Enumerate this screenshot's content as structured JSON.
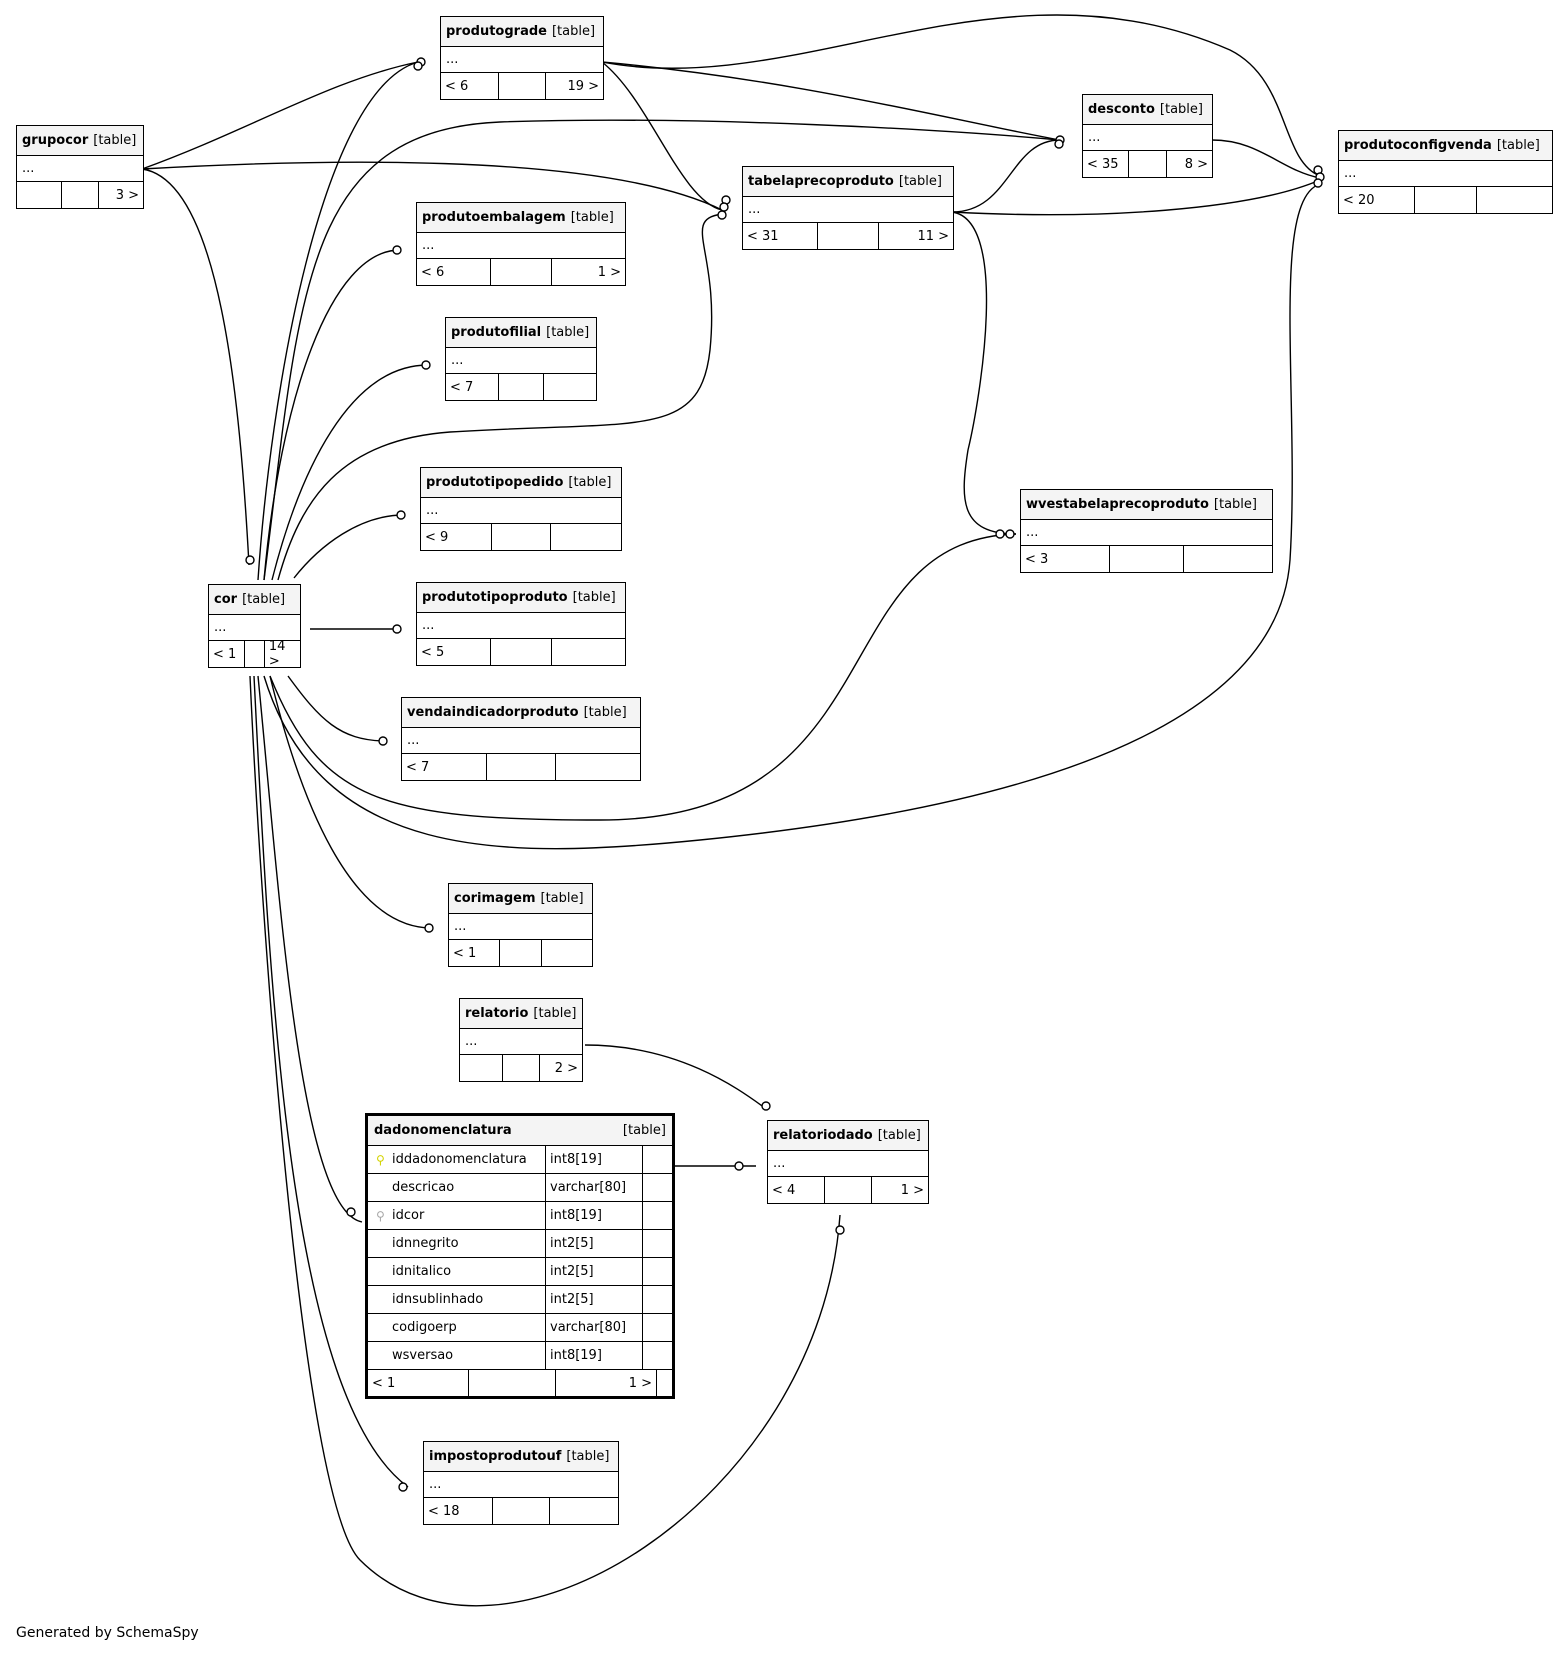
{
  "tag_label": "[table]",
  "ellipsis": "...",
  "tables": {
    "produtograde": {
      "name": "produtograde",
      "left": "< 6",
      "mid": "",
      "right": "19 >"
    },
    "grupocor": {
      "name": "grupocor",
      "left": "",
      "mid": "",
      "right": "3 >"
    },
    "desconto": {
      "name": "desconto",
      "left": "< 35",
      "mid": "",
      "right": "8 >"
    },
    "produtoconfigvenda": {
      "name": "produtoconfigvenda",
      "left": "< 20",
      "mid": "",
      "right": ""
    },
    "tabelaprecoproduto": {
      "name": "tabelaprecoproduto",
      "left": "< 31",
      "mid": "",
      "right": "11 >"
    },
    "produtoembalagem": {
      "name": "produtoembalagem",
      "left": "< 6",
      "mid": "",
      "right": "1 >"
    },
    "produtofilial": {
      "name": "produtofilial",
      "left": "< 7",
      "mid": "",
      "right": ""
    },
    "produtotipopedido": {
      "name": "produtotipopedido",
      "left": "< 9",
      "mid": "",
      "right": ""
    },
    "wvestabelaprecoproduto": {
      "name": "wvestabelaprecoproduto",
      "left": "< 3",
      "mid": "",
      "right": ""
    },
    "cor": {
      "name": "cor",
      "left": "< 1",
      "mid": "",
      "right": "14 >"
    },
    "produtotipoproduto": {
      "name": "produtotipoproduto",
      "left": "< 5",
      "mid": "",
      "right": ""
    },
    "vendaindicadorproduto": {
      "name": "vendaindicadorproduto",
      "left": "< 7",
      "mid": "",
      "right": ""
    },
    "corimagem": {
      "name": "corimagem",
      "left": "< 1",
      "mid": "",
      "right": ""
    },
    "relatorio": {
      "name": "relatorio",
      "left": "",
      "mid": "",
      "right": "2 >"
    },
    "relatoriodado": {
      "name": "relatoriodado",
      "left": "< 4",
      "mid": "",
      "right": "1 >"
    },
    "impostoprodutouf": {
      "name": "impostoprodutouf",
      "left": "< 18",
      "mid": "",
      "right": ""
    }
  },
  "dadonomenclatura": {
    "name": "dadonomenclatura",
    "columns": [
      {
        "name": "iddadonomenclatura",
        "type": "int8[19]",
        "key": "primary"
      },
      {
        "name": "descricao",
        "type": "varchar[80]",
        "key": ""
      },
      {
        "name": "idcor",
        "type": "int8[19]",
        "key": "foreign"
      },
      {
        "name": "idnnegrito",
        "type": "int2[5]",
        "key": ""
      },
      {
        "name": "idnitalico",
        "type": "int2[5]",
        "key": ""
      },
      {
        "name": "idnsublinhado",
        "type": "int2[5]",
        "key": ""
      },
      {
        "name": "codigoerp",
        "type": "varchar[80]",
        "key": ""
      },
      {
        "name": "wsversao",
        "type": "int8[19]",
        "key": ""
      }
    ],
    "footer_left": "< 1",
    "footer_right": "1 >"
  },
  "colors": {
    "primary_key": "#d4d400",
    "foreign_key": "#a8a8a8",
    "line": "#000000",
    "header_bg": "#f4f4f4"
  },
  "footer_credit": "Generated by SchemaSpy"
}
